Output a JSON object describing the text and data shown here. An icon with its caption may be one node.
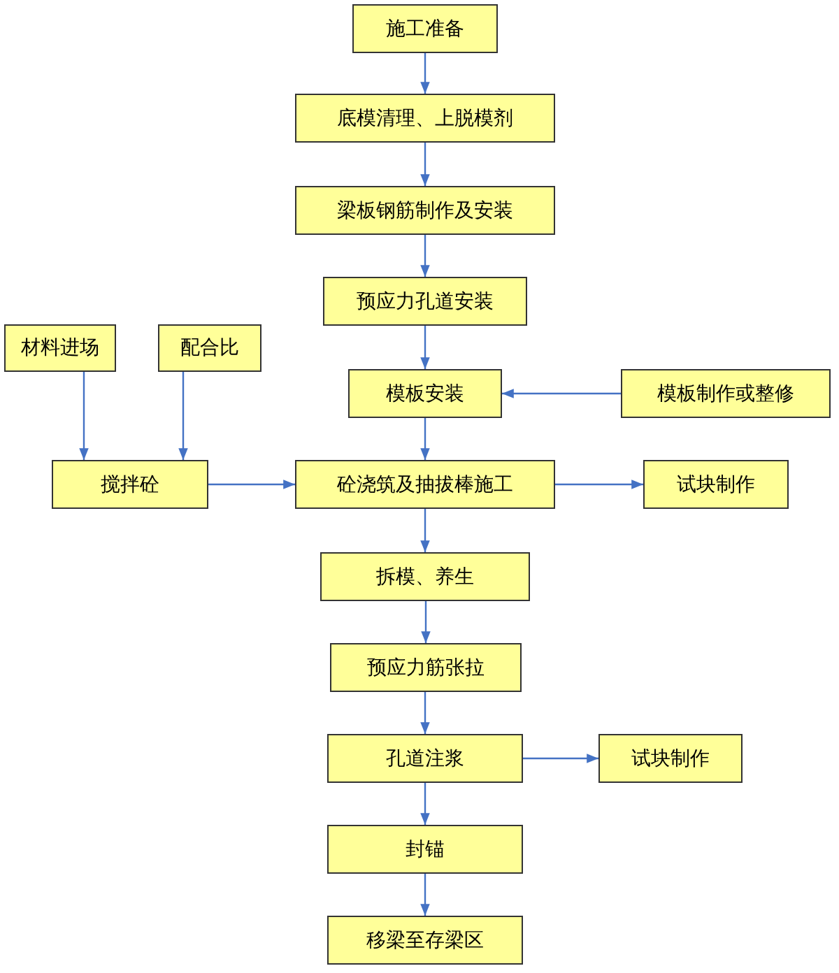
{
  "diagram": {
    "nodes": [
      {
        "text": [
          "施工准备"
        ]
      },
      {
        "text": [
          "底模清理、上脱模剂"
        ]
      },
      {
        "text": [
          "梁板钢筋制作及安装"
        ]
      },
      {
        "text": [
          "预应力孔道安装"
        ]
      },
      {
        "text": [
          "材料进场"
        ]
      },
      {
        "text": [
          "配合比"
        ]
      },
      {
        "text": [
          "模板安装"
        ]
      },
      {
        "text": [
          "模板制作或整修"
        ]
      },
      {
        "text": [
          "搅拌砼"
        ]
      },
      {
        "text": [
          "砼浇筑及抽拔棒施工"
        ]
      },
      {
        "text": [
          "试块制作"
        ]
      },
      {
        "text": [
          "拆模、养生"
        ]
      },
      {
        "text": [
          "预应力筋张拉"
        ]
      },
      {
        "text": [
          "孔道注浆"
        ]
      },
      {
        "text": [
          "试块制作"
        ]
      },
      {
        "text": [
          "封锚"
        ]
      },
      {
        "text": [
          "移梁至存梁区"
        ]
      }
    ],
    "edges": [
      {
        "from": 0,
        "to": 1,
        "arrow": "to"
      },
      {
        "from": 1,
        "to": 2,
        "arrow": "to"
      },
      {
        "from": 2,
        "to": 3,
        "arrow": "to"
      },
      {
        "from": 3,
        "to": 6,
        "arrow": "to"
      },
      {
        "from": 7,
        "to": 6,
        "arrow": "to"
      },
      {
        "from": 6,
        "to": 9,
        "arrow": "to"
      },
      {
        "from": 4,
        "to": 8,
        "arrow": "to"
      },
      {
        "from": 5,
        "to": 8,
        "arrow": "to"
      },
      {
        "from": 8,
        "to": 9,
        "arrow": "to"
      },
      {
        "from": 9,
        "to": 10,
        "arrow": "to"
      },
      {
        "from": 9,
        "to": 11,
        "arrow": "to"
      },
      {
        "from": 11,
        "to": 12,
        "arrow": "to"
      },
      {
        "from": 12,
        "to": 13,
        "arrow": "to"
      },
      {
        "from": 13,
        "to": 14,
        "arrow": "to"
      },
      {
        "from": 13,
        "to": 15,
        "arrow": "to"
      },
      {
        "from": 15,
        "to": 16,
        "arrow": "to"
      }
    ]
  }
}
